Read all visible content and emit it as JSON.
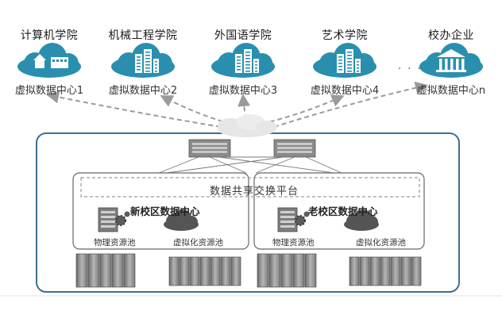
{
  "colors": {
    "cloud": "#2a8fae",
    "frame": "#3e6f8c",
    "server": "#8e8e8e",
    "arrow": "#9a9a9a"
  },
  "colleges": [
    {
      "name": "计算机学院",
      "label": "虚拟数据中心1",
      "icon": "campus-building-icon"
    },
    {
      "name": "机械工程学院",
      "label": "虚拟数据中心2",
      "icon": "office-building-icon"
    },
    {
      "name": "外国语学院",
      "label": "虚拟数据中心3",
      "icon": "office-building-icon"
    },
    {
      "name": "艺术学院",
      "label": "虚拟数据中心4",
      "icon": "office-building-icon"
    },
    {
      "name": "校办企业",
      "label": "虚拟数据中心n",
      "icon": "bank-icon"
    }
  ],
  "ellipsis": "· · ·",
  "platform": {
    "label": "数据共享交换平台"
  },
  "campuses": [
    {
      "title": "新校区数据中心",
      "physical": "物理资源池",
      "virtual": "虚拟化资源池"
    },
    {
      "title": "老校区数据中心",
      "physical": "物理资源池",
      "virtual": "虚拟化资源池"
    }
  ]
}
